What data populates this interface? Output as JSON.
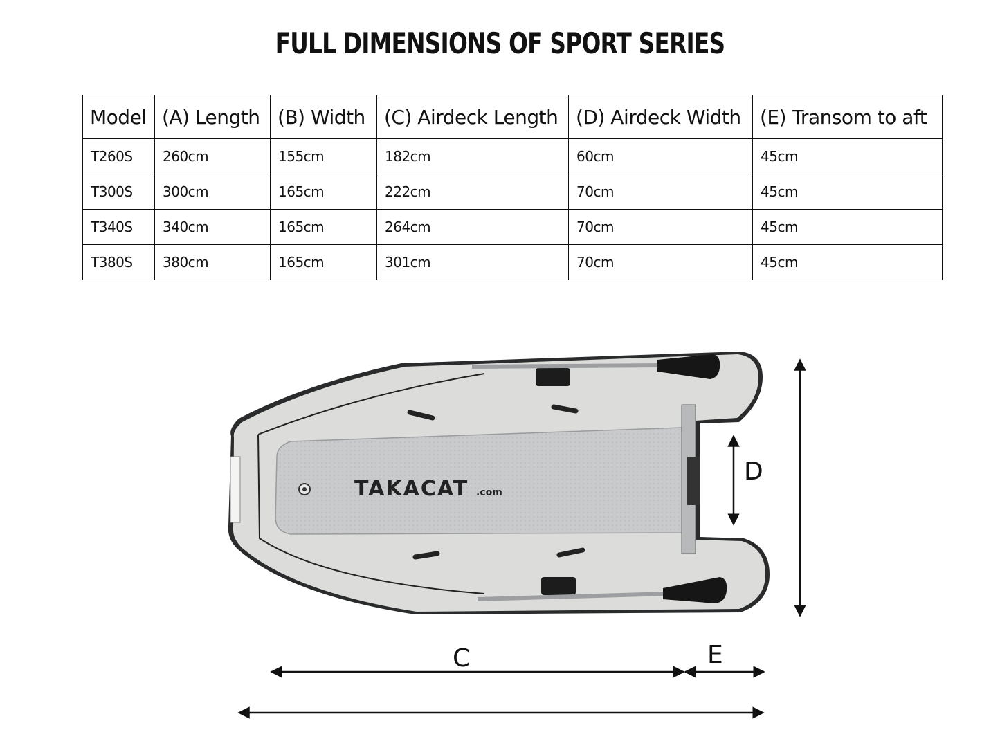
{
  "title": "FULL DIMENSIONS OF SPORT SERIES",
  "table": {
    "headers": [
      "Model",
      "(A) Length",
      "(B) Width",
      "(C) Airdeck Length",
      "(D) Airdeck Width",
      "(E) Transom to aft"
    ],
    "rows": [
      [
        "T260S",
        "260cm",
        "155cm",
        "182cm",
        "60cm",
        "45cm"
      ],
      [
        "T300S",
        "300cm",
        "165cm",
        "222cm",
        "70cm",
        "45cm"
      ],
      [
        "T340S",
        "340cm",
        "165cm",
        "264cm",
        "70cm",
        "45cm"
      ],
      [
        "T380S",
        "380cm",
        "165cm",
        "301cm",
        "70cm",
        "45cm"
      ]
    ]
  },
  "diagram": {
    "deck_brand": "TAKACAT",
    "deck_brand_suffix": ".com",
    "label_c": "C",
    "label_d": "D",
    "label_e": "E"
  }
}
